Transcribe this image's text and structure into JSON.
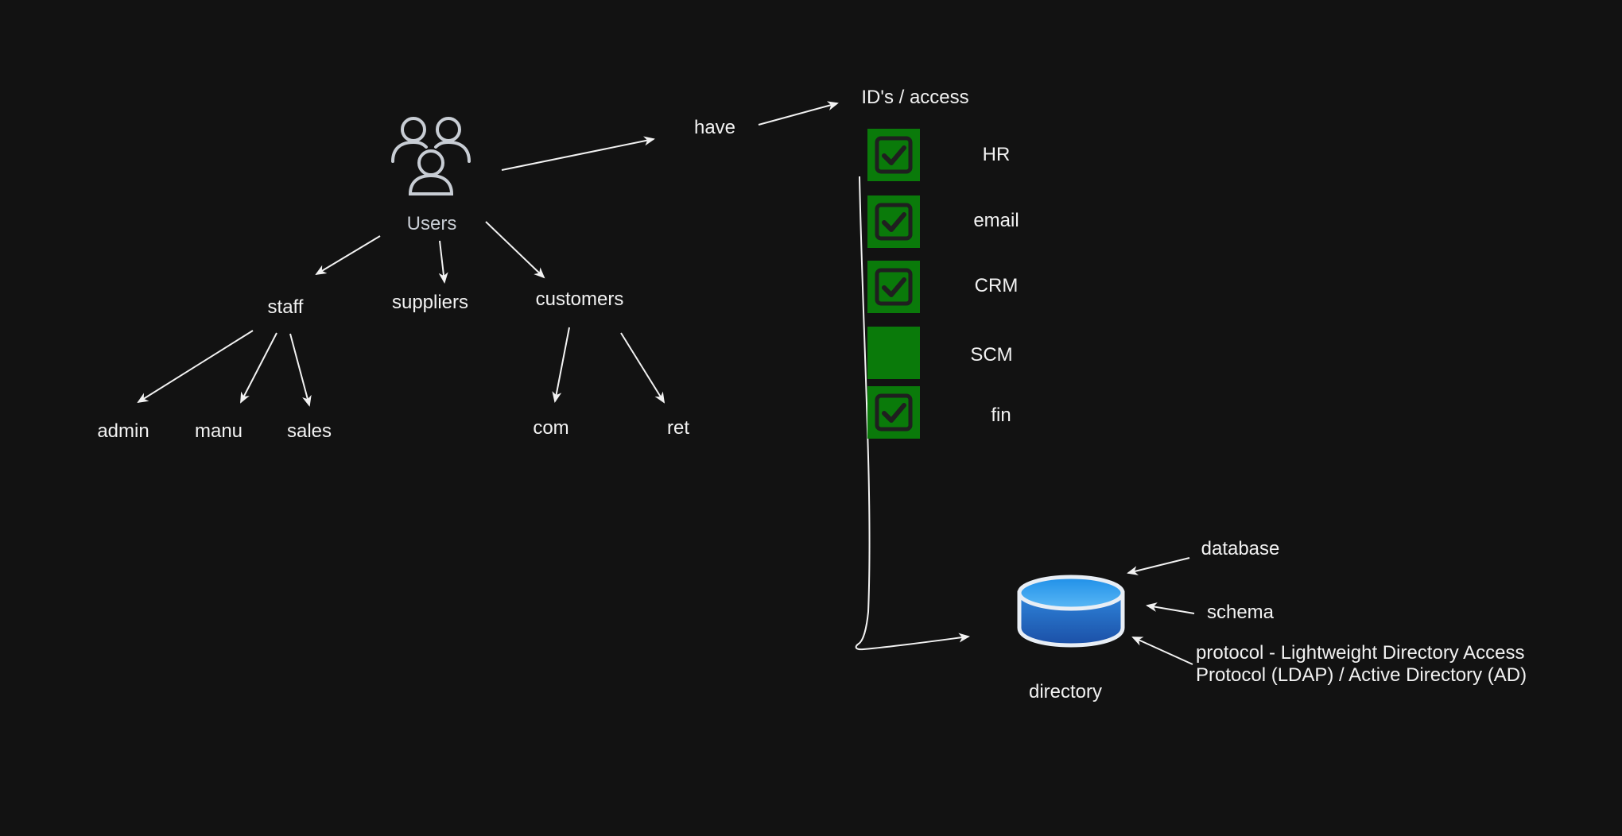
{
  "colors": {
    "background": "#121212",
    "text": "#f2f2f2",
    "users_icon": "#c8cdd4",
    "check_fill": "#0a7a0a",
    "check_stroke": "#1f1f1f",
    "db_top": "#3fa7f0",
    "db_side": "#1d5fbf",
    "db_rim": "#e8eef5"
  },
  "users": {
    "icon": "users-group-icon",
    "label": "Users"
  },
  "categories": {
    "staff": "staff",
    "suppliers": "suppliers",
    "customers": "customers"
  },
  "staff_children": {
    "admin": "admin",
    "manu": "manu",
    "sales": "sales"
  },
  "customer_children": {
    "com": "com",
    "ret": "ret"
  },
  "relation": {
    "have": "have",
    "ids_access": "ID's / access"
  },
  "access_items": [
    {
      "label": "HR",
      "checked": true
    },
    {
      "label": "email",
      "checked": true
    },
    {
      "label": "CRM",
      "checked": true
    },
    {
      "label": "SCM",
      "checked": false
    },
    {
      "label": "fin",
      "checked": true
    }
  ],
  "directory": {
    "icon": "database-cylinder-icon",
    "label": "directory",
    "database": "database",
    "schema": "schema",
    "protocol": "protocol - Lightweight Directory Access Protocol (LDAP) / Active Directory (AD)"
  }
}
